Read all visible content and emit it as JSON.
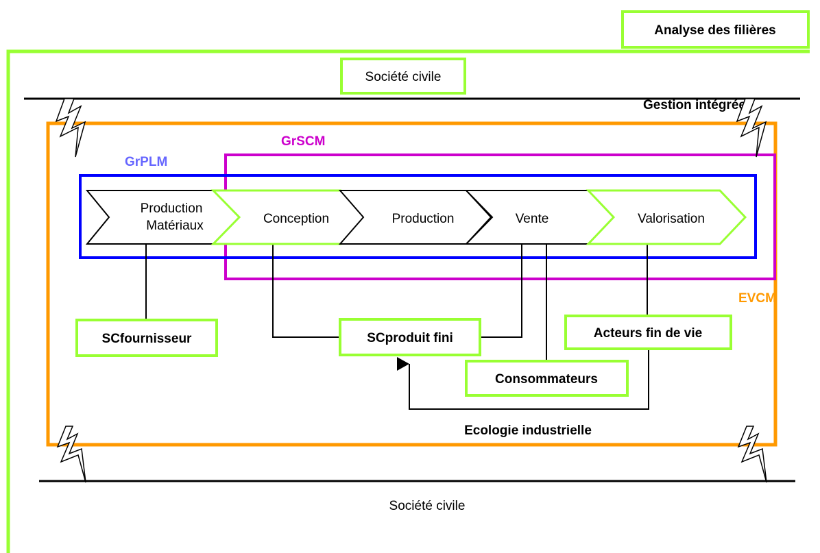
{
  "colors": {
    "green": "#99ff33",
    "orange": "#ff9900",
    "magenta": "#cc00cc",
    "blue": "#0000ff",
    "grplm_text": "#6666ff"
  },
  "header": {
    "analyse_filieres": "Analyse des filières"
  },
  "societe_civile_top": "Société civile",
  "societe_civile_bottom": "Société civile",
  "gestion_integree": "Gestion intégrée",
  "frames": {
    "evcm": "EVCM",
    "grscm": "GrSCM",
    "grplm": "GrPLM"
  },
  "chain": {
    "production_materiaux_line1": "Production",
    "production_materiaux_line2": "Matériaux",
    "conception": "Conception",
    "production": "Production",
    "vente": "Vente",
    "valorisation": "Valorisation"
  },
  "actors": {
    "scfournisseur": "SCfournisseur",
    "scproduit_fini": "SCproduit fini",
    "consommateurs": "Consommateurs",
    "acteurs_fin_de_vie": "Acteurs fin de vie"
  },
  "ecologie_industrielle": "Ecologie industrielle"
}
